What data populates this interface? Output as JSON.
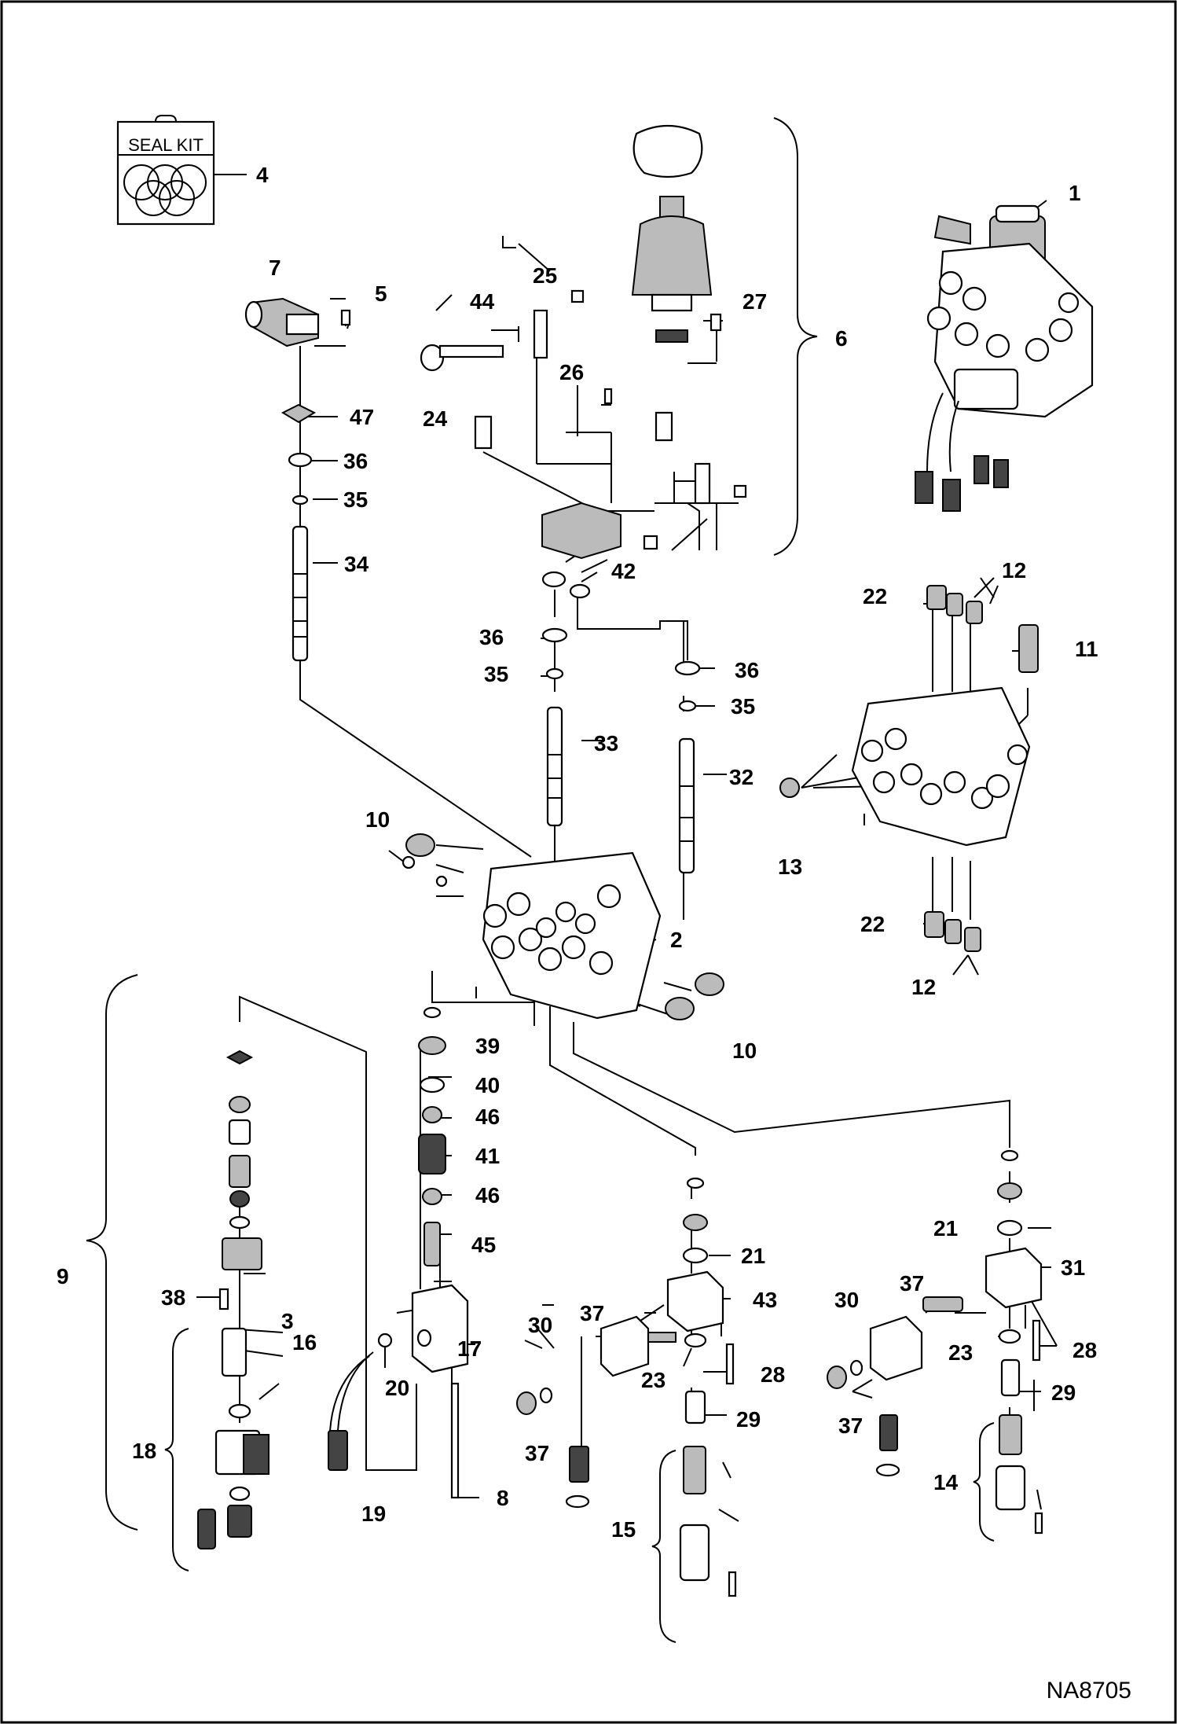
{
  "diagram": {
    "document_id": "NA8705",
    "seal_kit_label": "SEAL KIT",
    "callouts": [
      {
        "id": "c1",
        "text": "1"
      },
      {
        "id": "c2",
        "text": "2"
      },
      {
        "id": "c3",
        "text": "3"
      },
      {
        "id": "c4",
        "text": "4"
      },
      {
        "id": "c5",
        "text": "5"
      },
      {
        "id": "c6",
        "text": "6"
      },
      {
        "id": "c7",
        "text": "7"
      },
      {
        "id": "c8",
        "text": "8"
      },
      {
        "id": "c9",
        "text": "9"
      },
      {
        "id": "c10a",
        "text": "10"
      },
      {
        "id": "c10b",
        "text": "10"
      },
      {
        "id": "c11",
        "text": "11"
      },
      {
        "id": "c12a",
        "text": "12"
      },
      {
        "id": "c12b",
        "text": "12"
      },
      {
        "id": "c13",
        "text": "13"
      },
      {
        "id": "c14",
        "text": "14"
      },
      {
        "id": "c15",
        "text": "15"
      },
      {
        "id": "c16",
        "text": "16"
      },
      {
        "id": "c17",
        "text": "17"
      },
      {
        "id": "c18",
        "text": "18"
      },
      {
        "id": "c19",
        "text": "19"
      },
      {
        "id": "c20",
        "text": "20"
      },
      {
        "id": "c21a",
        "text": "21"
      },
      {
        "id": "c21b",
        "text": "21"
      },
      {
        "id": "c22a",
        "text": "22"
      },
      {
        "id": "c22b",
        "text": "22"
      },
      {
        "id": "c23a",
        "text": "23"
      },
      {
        "id": "c23b",
        "text": "23"
      },
      {
        "id": "c24",
        "text": "24"
      },
      {
        "id": "c25",
        "text": "25"
      },
      {
        "id": "c26",
        "text": "26"
      },
      {
        "id": "c27",
        "text": "27"
      },
      {
        "id": "c28a",
        "text": "28"
      },
      {
        "id": "c28b",
        "text": "28"
      },
      {
        "id": "c29a",
        "text": "29"
      },
      {
        "id": "c29b",
        "text": "29"
      },
      {
        "id": "c30a",
        "text": "30"
      },
      {
        "id": "c30b",
        "text": "30"
      },
      {
        "id": "c31",
        "text": "31"
      },
      {
        "id": "c32",
        "text": "32"
      },
      {
        "id": "c33",
        "text": "33"
      },
      {
        "id": "c34",
        "text": "34"
      },
      {
        "id": "c35a",
        "text": "35"
      },
      {
        "id": "c35b",
        "text": "35"
      },
      {
        "id": "c35c",
        "text": "35"
      },
      {
        "id": "c36a",
        "text": "36"
      },
      {
        "id": "c36b",
        "text": "36"
      },
      {
        "id": "c36c",
        "text": "36"
      },
      {
        "id": "c37a",
        "text": "37"
      },
      {
        "id": "c37b",
        "text": "37"
      },
      {
        "id": "c37c",
        "text": "37"
      },
      {
        "id": "c37d",
        "text": "37"
      },
      {
        "id": "c38",
        "text": "38"
      },
      {
        "id": "c39",
        "text": "39"
      },
      {
        "id": "c40",
        "text": "40"
      },
      {
        "id": "c41",
        "text": "41"
      },
      {
        "id": "c42",
        "text": "42"
      },
      {
        "id": "c43",
        "text": "43"
      },
      {
        "id": "c44",
        "text": "44"
      },
      {
        "id": "c45",
        "text": "45"
      },
      {
        "id": "c46a",
        "text": "46"
      },
      {
        "id": "c46b",
        "text": "46"
      },
      {
        "id": "c47",
        "text": "47"
      }
    ]
  }
}
